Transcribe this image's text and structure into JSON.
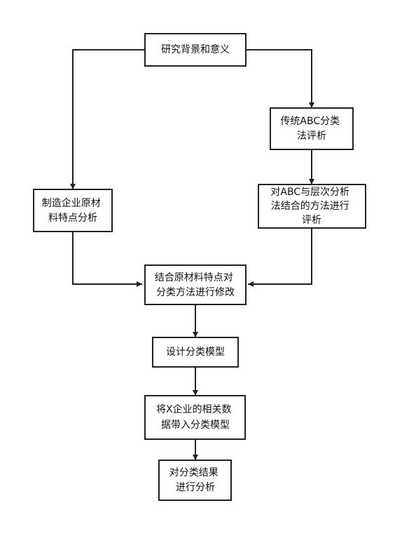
{
  "diagram": {
    "nodes": [
      {
        "id": "n1",
        "lines": [
          "研究背景和意义"
        ]
      },
      {
        "id": "n2",
        "lines": [
          "传统ABC分类",
          "法评析"
        ]
      },
      {
        "id": "n3",
        "lines": [
          "制造企业原材",
          "料特点分析"
        ]
      },
      {
        "id": "n4",
        "lines": [
          "对ABC与层次分析",
          "法结合的方法进行",
          "评析"
        ]
      },
      {
        "id": "n5",
        "lines": [
          "结合原材料特点对",
          "分类方法进行修改"
        ]
      },
      {
        "id": "n6",
        "lines": [
          "设计分类模型"
        ]
      },
      {
        "id": "n7",
        "lines": [
          "将X企业的相关数",
          "据带入分类模型"
        ]
      },
      {
        "id": "n8",
        "lines": [
          "对分类结果",
          "进行分析"
        ]
      }
    ],
    "edges": [
      {
        "from": "n1",
        "to": "n2"
      },
      {
        "from": "n1",
        "to": "n3"
      },
      {
        "from": "n2",
        "to": "n4"
      },
      {
        "from": "n3",
        "to": "n5"
      },
      {
        "from": "n4",
        "to": "n5"
      },
      {
        "from": "n5",
        "to": "n6"
      },
      {
        "from": "n6",
        "to": "n7"
      },
      {
        "from": "n7",
        "to": "n8"
      }
    ]
  }
}
